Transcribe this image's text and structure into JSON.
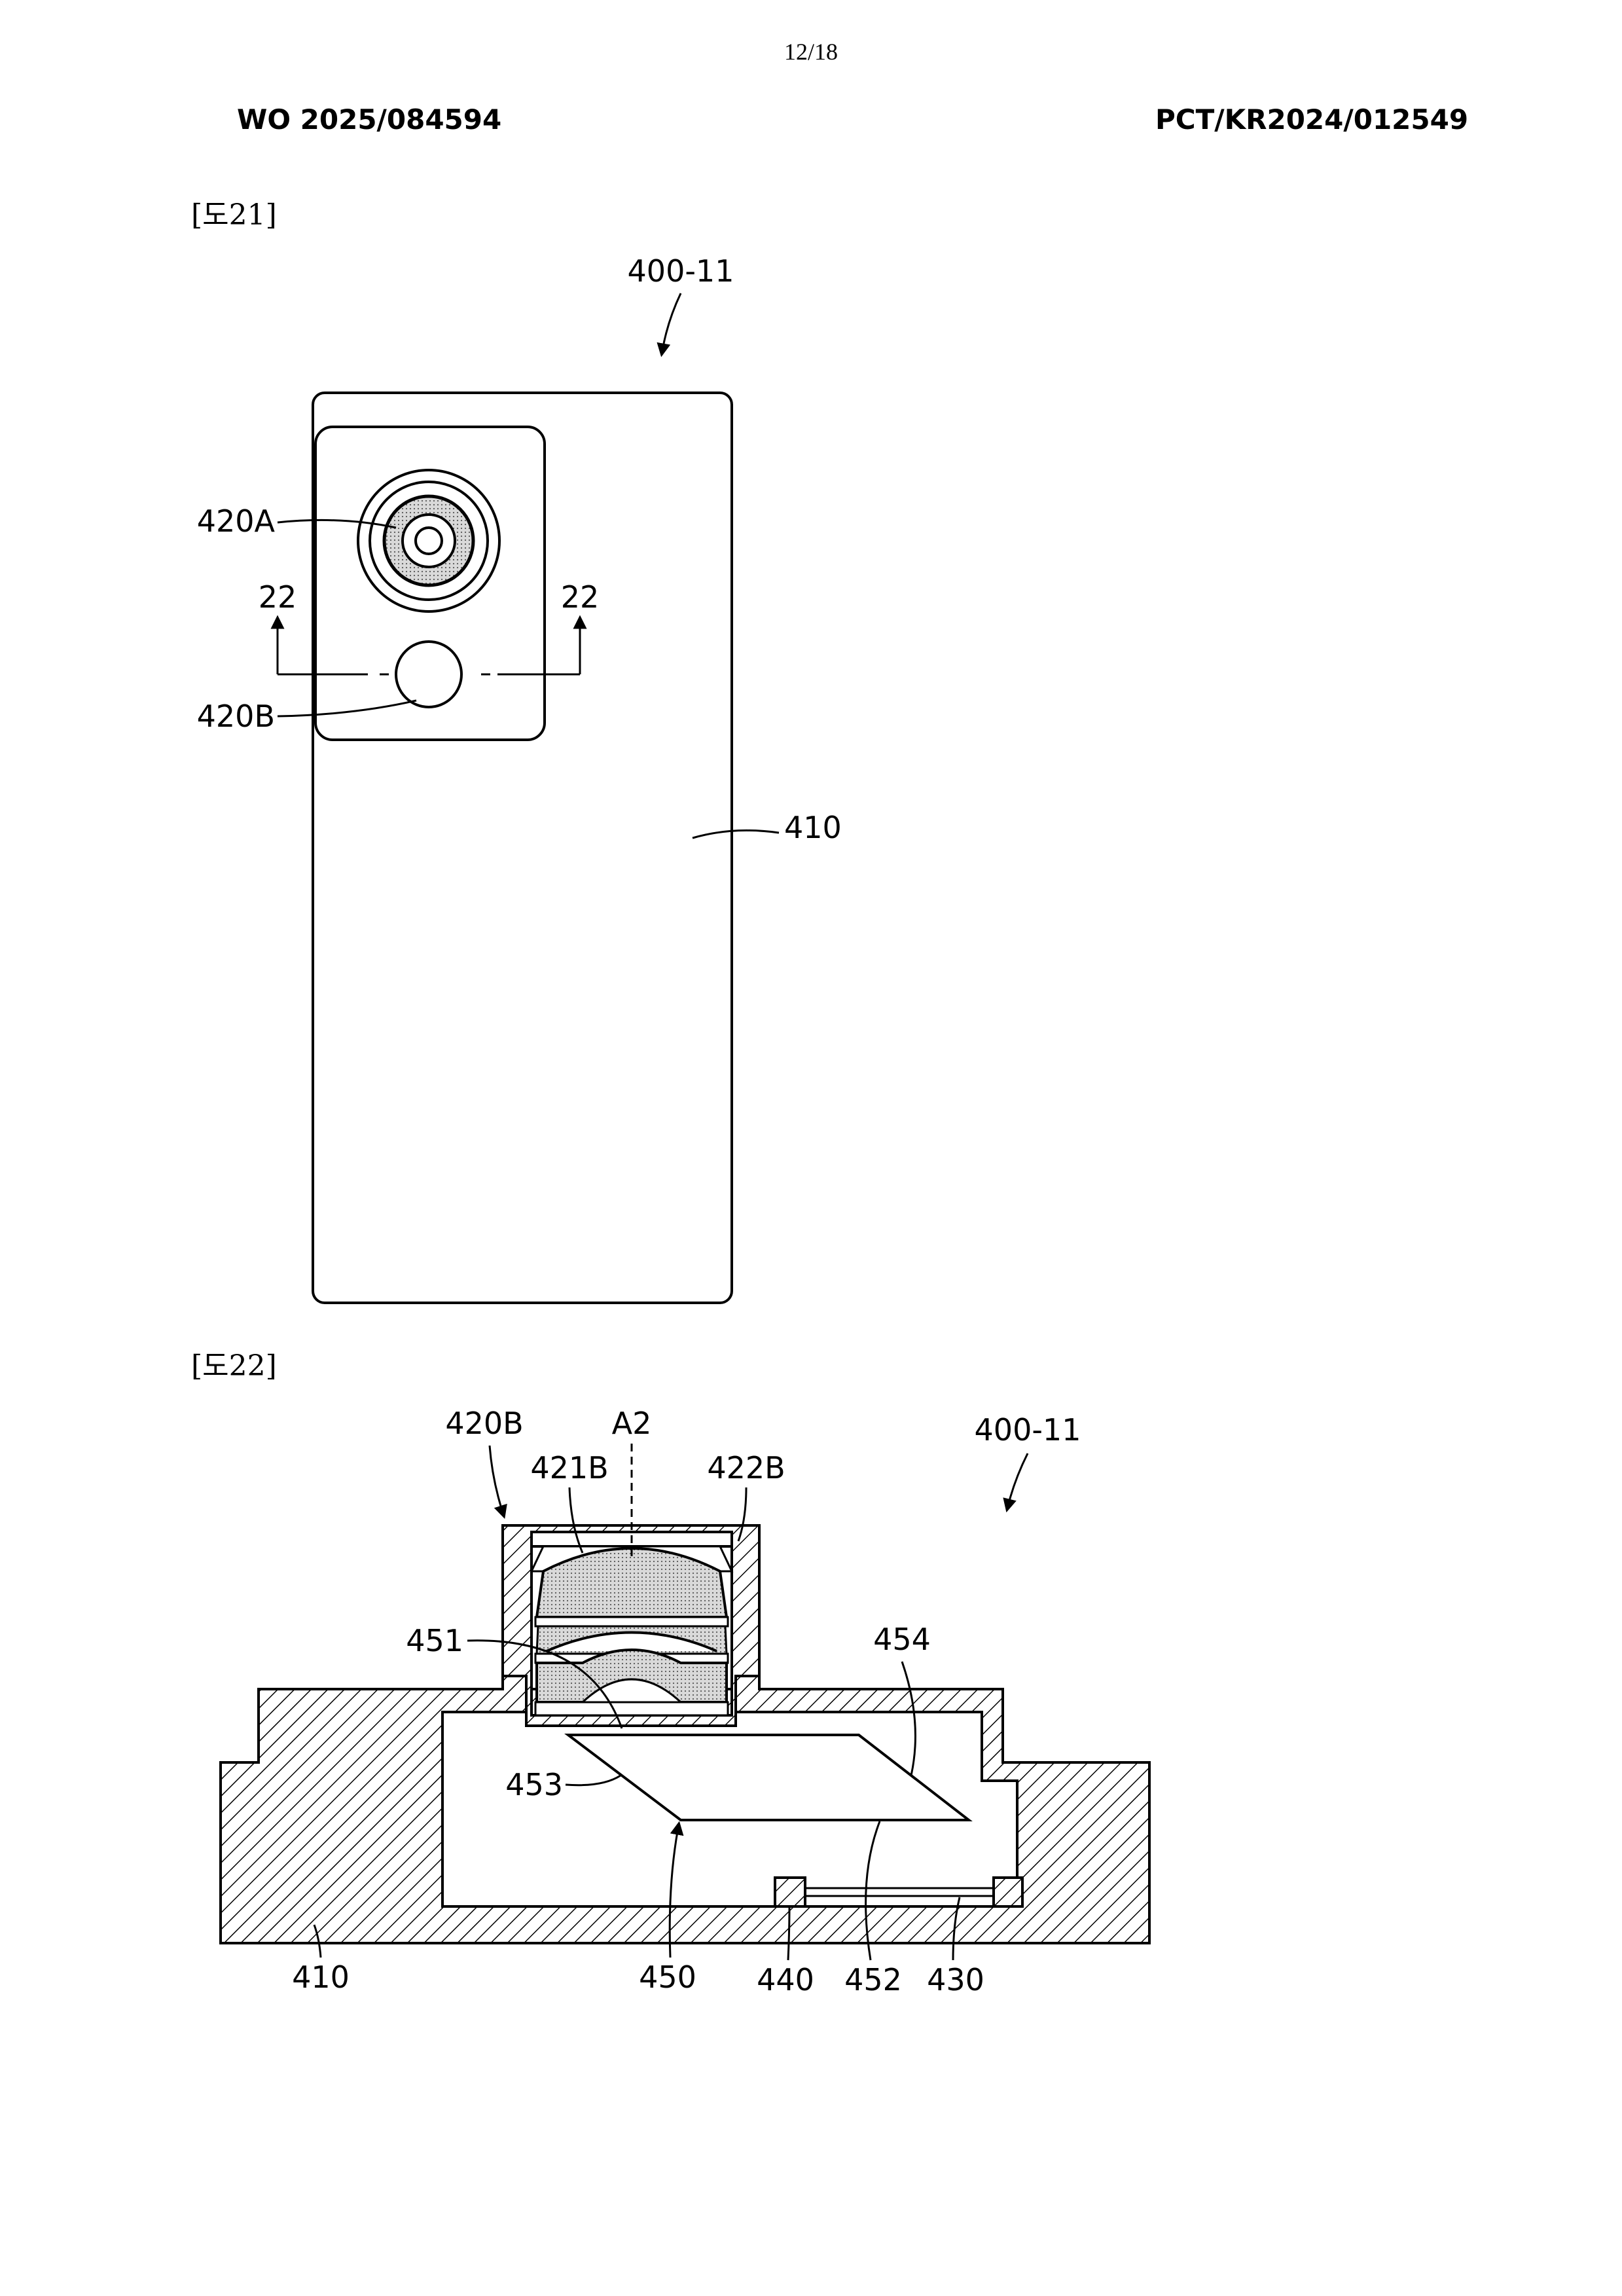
{
  "page_number": "12/18",
  "header": {
    "publication_number": "WO 2025/084594",
    "application_number": "PCT/KR2024/012549"
  },
  "figure21": {
    "label": "[도21]",
    "refs": {
      "device": "400-11",
      "camera_a": "420A",
      "camera_b": "420B",
      "section_left": "22",
      "section_right": "22",
      "housing": "410"
    }
  },
  "figure22": {
    "label": "[도22]",
    "refs": {
      "camera_b": "420B",
      "axis": "A2",
      "lens": "421B",
      "lens_barrel": "422B",
      "device": "400-11",
      "prism_face_1": "451",
      "prism_face_4": "454",
      "prism_face_3": "453",
      "housing": "410",
      "prism": "450",
      "spacer": "440",
      "prism_face_2": "452",
      "sensor": "430"
    }
  }
}
